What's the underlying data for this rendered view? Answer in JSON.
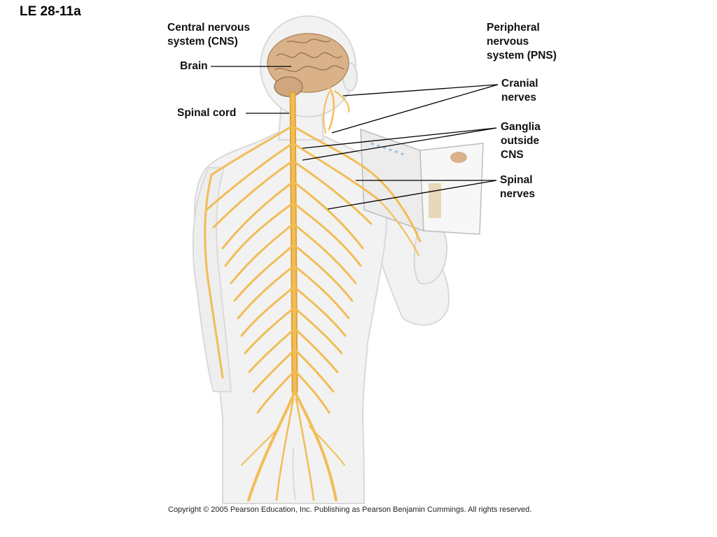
{
  "figure_id": "LE 28-11a",
  "labels": {
    "cns_heading": [
      "Central nervous",
      "system (CNS)"
    ],
    "brain": "Brain",
    "spinal_cord": "Spinal cord",
    "pns_heading": [
      "Peripheral",
      "nervous",
      "system (PNS)"
    ],
    "cranial_nerves": [
      "Cranial",
      "nerves"
    ],
    "ganglia": [
      "Ganglia",
      "outside",
      "CNS"
    ],
    "spinal_nerves": [
      "Spinal",
      "nerves"
    ]
  },
  "copyright": "Copyright © 2005 Pearson Education, Inc. Publishing as Pearson Benjamin Cummings. All rights reserved.",
  "colors": {
    "body": "#f2f2f2",
    "body_outline": "#d9d9d9",
    "nerve": "#f2bd55",
    "nerve_dark": "#e0a23a",
    "brain": "#d9b28a",
    "leader_line": "#000000"
  }
}
